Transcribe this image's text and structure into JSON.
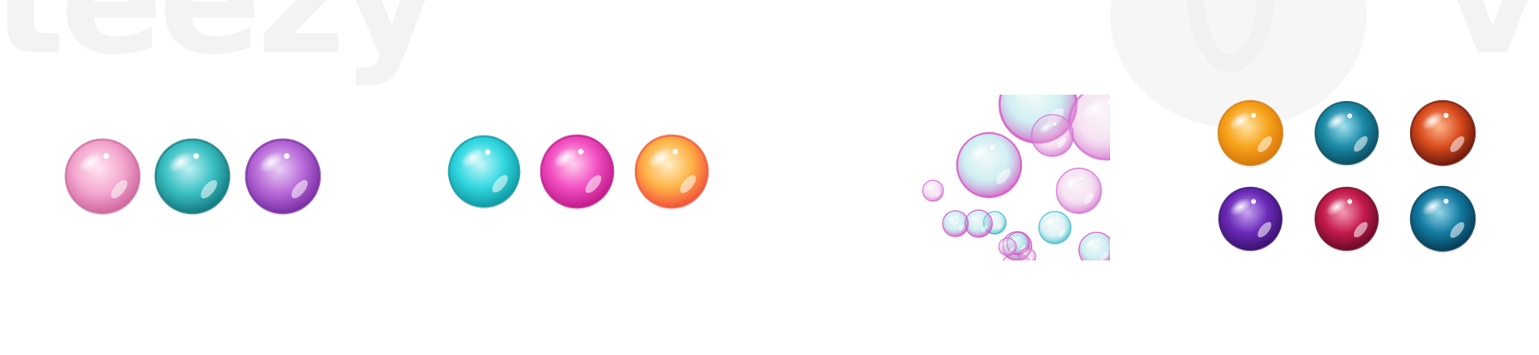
{
  "watermark": {
    "text": "teezy",
    "right_text": "v"
  },
  "groups": [
    {
      "name": "row-of-three-pastel",
      "spheres": [
        {
          "color": "#f4a9d0",
          "dark": "#d0689f",
          "light": "#ffe3f1"
        },
        {
          "color": "#3cc1c4",
          "dark": "#137c82",
          "light": "#bff1f3"
        },
        {
          "color": "#b86ad8",
          "dark": "#7a2fa4",
          "light": "#ead0f6"
        }
      ]
    },
    {
      "name": "row-of-three-bright",
      "spheres": [
        {
          "color": "#33d8e0",
          "dark": "#0f9aa4",
          "light": "#c6f7fa"
        },
        {
          "color": "#f24fc1",
          "dark": "#c21b8c",
          "light": "#ffd0ef"
        },
        {
          "color": "#ffb347",
          "dark": "#f2553b",
          "light": "#fff0c9"
        }
      ]
    },
    {
      "name": "bubble-cluster",
      "spheres": [
        {
          "color": "#8be3ea",
          "dark": "#d44fc0",
          "light": "#e8fcfd"
        },
        {
          "color": "#f4c1ec",
          "dark": "#d46fd0",
          "light": "#fff0fb"
        },
        {
          "color": "#b6ecf2",
          "dark": "#35b8c9",
          "light": "#f0fcfe"
        }
      ]
    },
    {
      "name": "grid-of-six-dark",
      "spheres": [
        {
          "color": "#f7a21b",
          "dark": "#d8790a",
          "light": "#ffe3a0"
        },
        {
          "color": "#1a8aa6",
          "dark": "#0b4f63",
          "light": "#9fe0ee"
        },
        {
          "color": "#d84a1c",
          "dark": "#6e1a0c",
          "light": "#ffb48a"
        },
        {
          "color": "#6a2ab8",
          "dark": "#3a1270",
          "light": "#c9a5f0"
        },
        {
          "color": "#c41a4c",
          "dark": "#6c0b28",
          "light": "#f29ab4"
        },
        {
          "color": "#127aa0",
          "dark": "#083e58",
          "light": "#93d6ea"
        }
      ]
    }
  ]
}
